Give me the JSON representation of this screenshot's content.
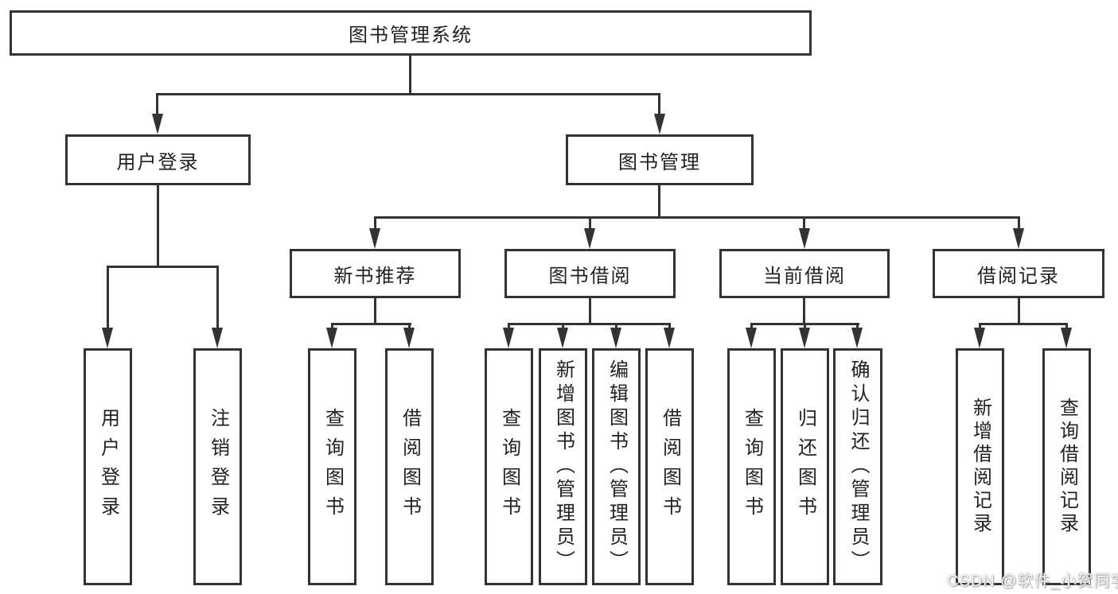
{
  "diagram_title": "图书管理系统",
  "watermark": "CSDN @软件_小贺同学",
  "colors": {
    "background": "#ffffff",
    "line": "#333333",
    "text": "#222222",
    "watermark_text": "#f2f2ef"
  },
  "nodes": {
    "root": {
      "id": "library-management-system",
      "label": "图书管理系统"
    },
    "level2": [
      {
        "id": "user-login",
        "label": "用户登录",
        "parent": "library-management-system"
      },
      {
        "id": "book-management",
        "label": "图书管理",
        "parent": "library-management-system"
      }
    ],
    "level3": [
      {
        "id": "new-book-recommend",
        "label": "新书推荐",
        "parent": "book-management"
      },
      {
        "id": "book-borrowing",
        "label": "图书借阅",
        "parent": "book-management"
      },
      {
        "id": "current-borrowing",
        "label": "当前借阅",
        "parent": "book-management"
      },
      {
        "id": "borrowing-records",
        "label": "借阅记录",
        "parent": "book-management"
      }
    ],
    "leaves": [
      {
        "id": "leaf-user-login",
        "label": "用户登录",
        "parent": "user-login"
      },
      {
        "id": "leaf-logout",
        "label": "注销登录",
        "parent": "user-login"
      },
      {
        "id": "leaf-query-books-recommend",
        "label": "查询图书",
        "parent": "new-book-recommend"
      },
      {
        "id": "leaf-borrow-books-recommend",
        "label": "借阅图书",
        "parent": "new-book-recommend"
      },
      {
        "id": "leaf-query-books-borrowing",
        "label": "查询图书",
        "parent": "book-borrowing"
      },
      {
        "id": "leaf-add-books-admin",
        "label": "新增图书（管理员）",
        "parent": "book-borrowing"
      },
      {
        "id": "leaf-edit-books-admin",
        "label": "编辑图书（管理员）",
        "parent": "book-borrowing"
      },
      {
        "id": "leaf-borrow-books-borrowing",
        "label": "借阅图书",
        "parent": "book-borrowing"
      },
      {
        "id": "leaf-query-books-current",
        "label": "查询图书",
        "parent": "current-borrowing"
      },
      {
        "id": "leaf-return-books",
        "label": "归还图书",
        "parent": "current-borrowing"
      },
      {
        "id": "leaf-confirm-return-admin",
        "label": "确认归还（管理员）",
        "parent": "current-borrowing"
      },
      {
        "id": "leaf-add-borrow-record",
        "label": "新增借阅记录",
        "parent": "borrowing-records"
      },
      {
        "id": "leaf-query-borrow-record",
        "label": "查询借阅记录",
        "parent": "borrowing-records"
      }
    ]
  }
}
